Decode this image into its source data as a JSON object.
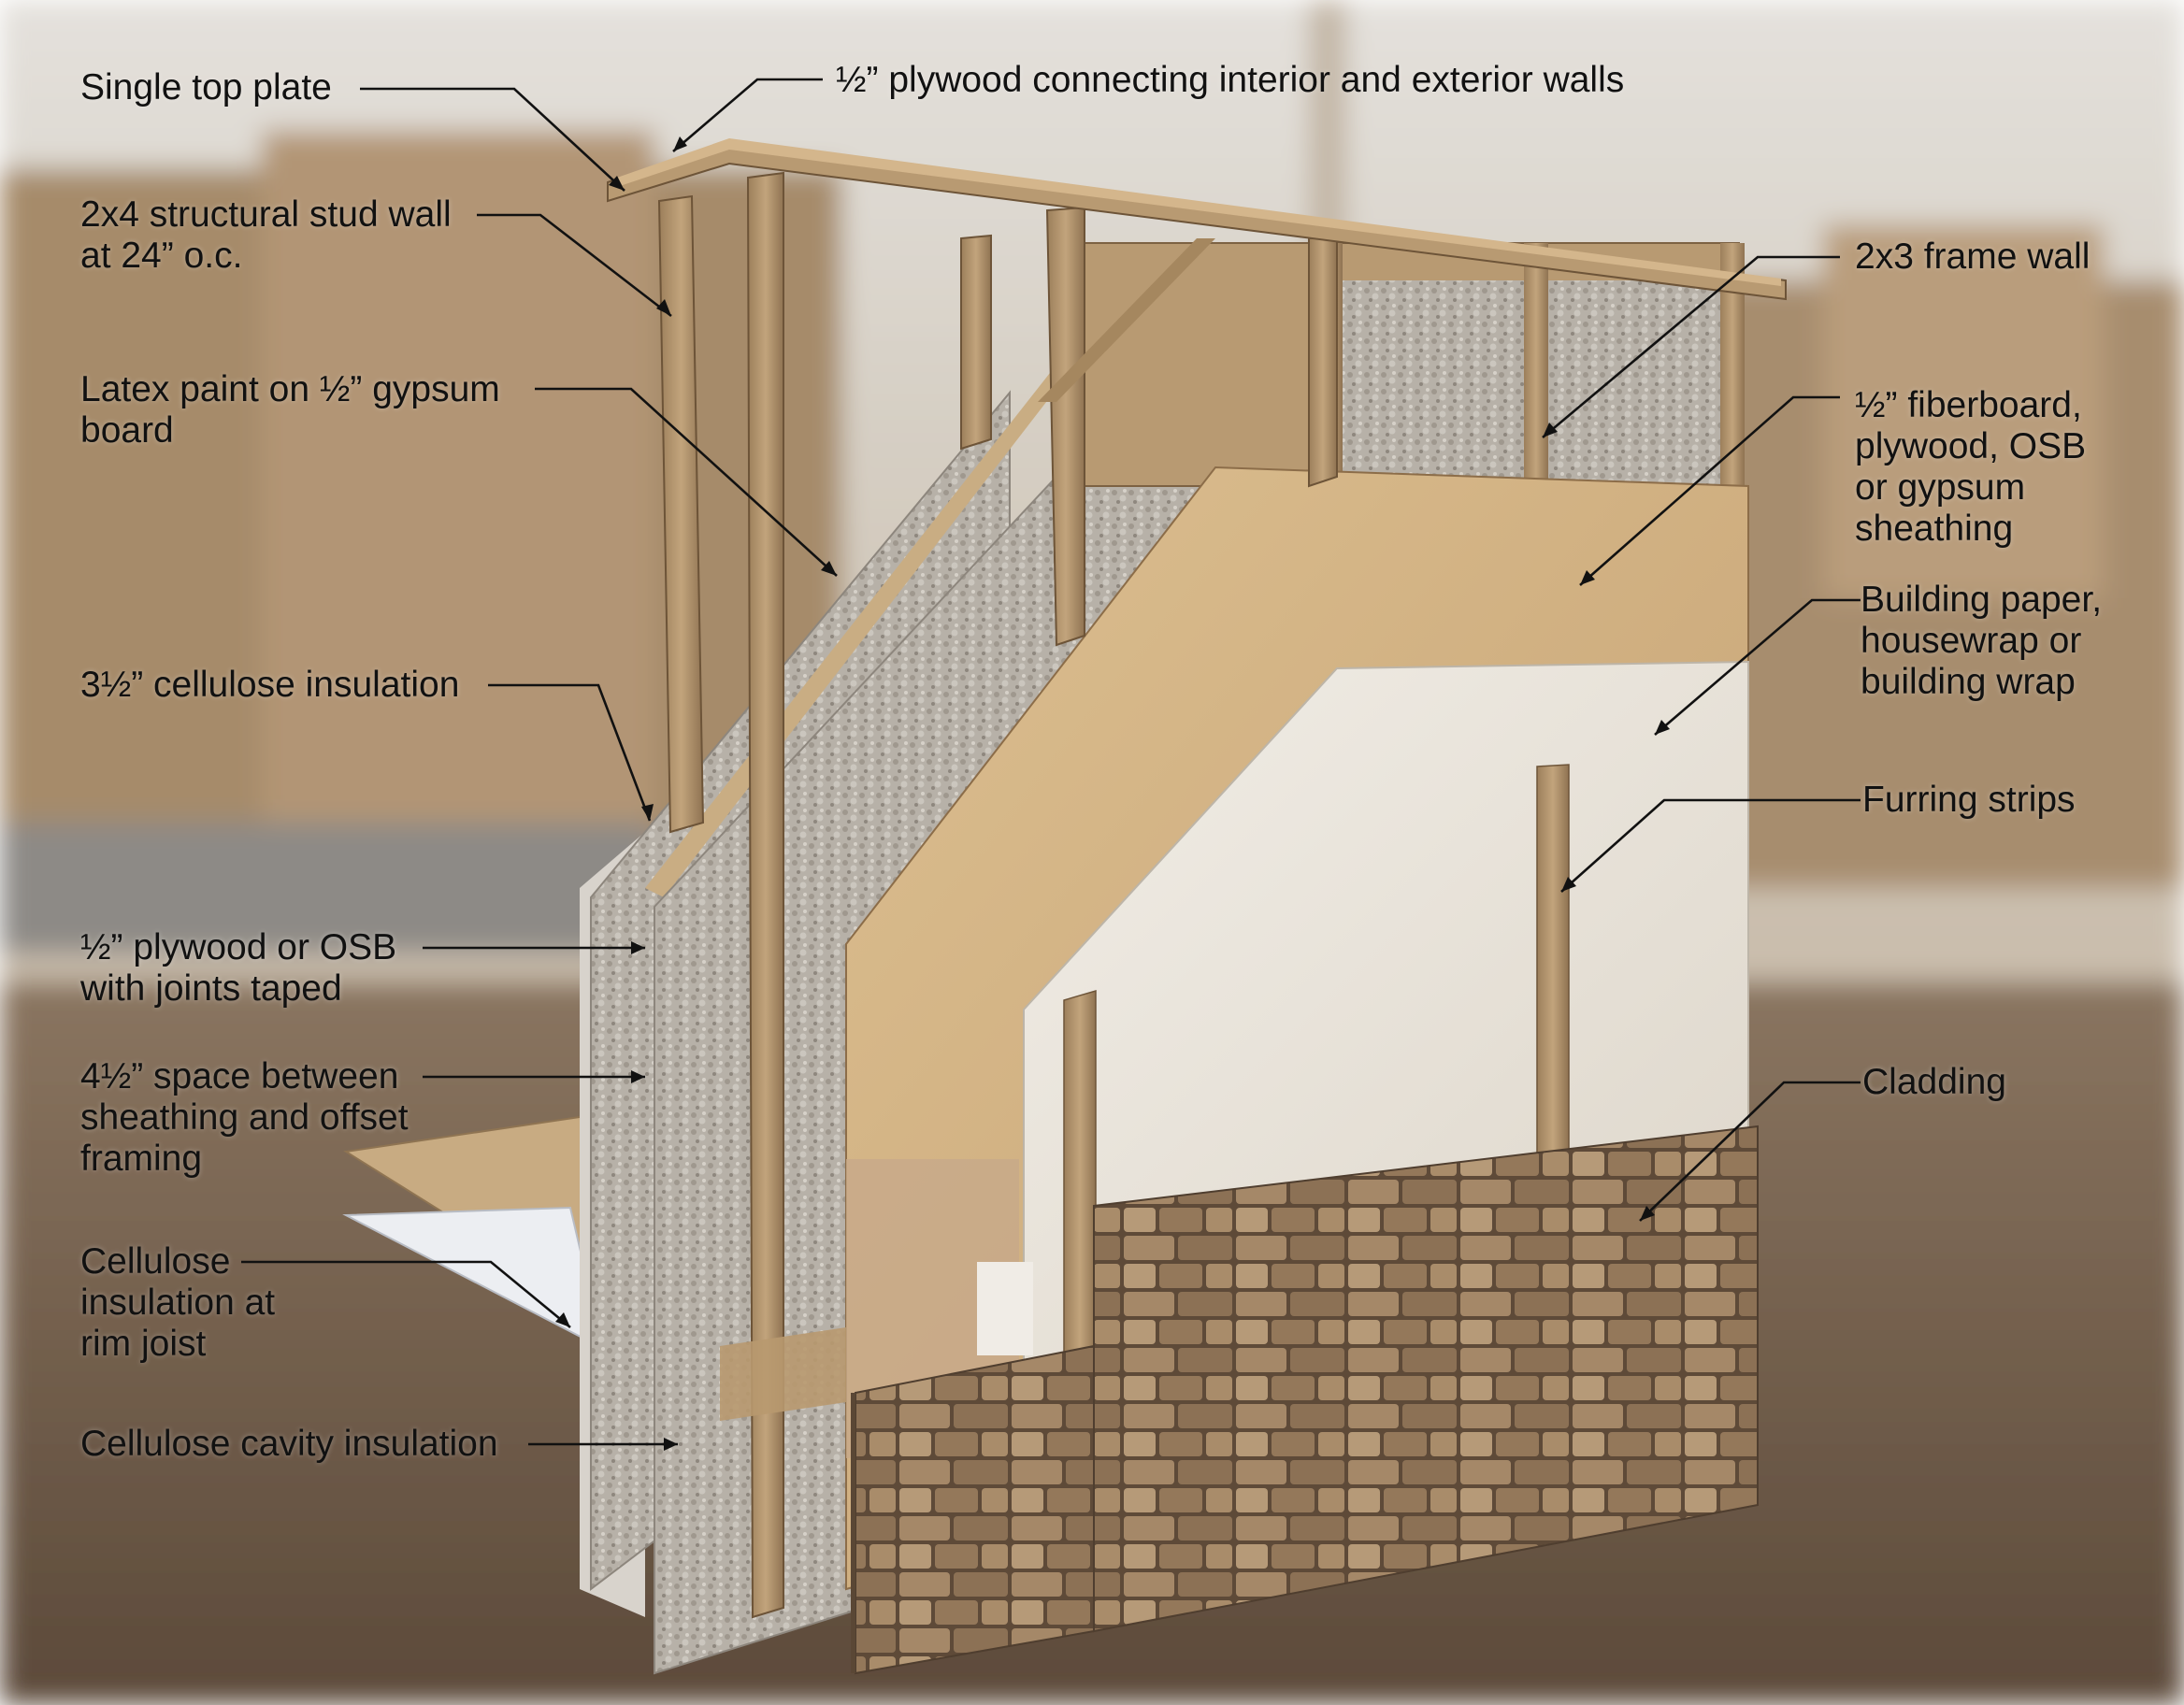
{
  "colors": {
    "sky": "#d9d4cc",
    "background_wall": "#a98e6f",
    "ground": "#6e5b48",
    "lumber": "#b89a72",
    "lumber_dark": "#8b6f4f",
    "plywood": "#d2b283",
    "cellulose": "#b3ada4",
    "wrap": "#eae5dc",
    "stone": "#9c8062",
    "leader_line": "#111111",
    "label_text": "#111111"
  },
  "labels": {
    "top_plate": [
      "Single top  plate"
    ],
    "plywood_connecting": [
      "½” plywood connecting interior and exterior walls"
    ],
    "stud_wall": [
      "2x4 structural stud wall",
      "at 24” o.c."
    ],
    "latex_paint": [
      "Latex paint on ½” gypsum",
      "board"
    ],
    "cellulose_3half": [
      "3½” cellulose insulation"
    ],
    "plywood_osb_taped": [
      "½” plywood or OSB",
      "with joints taped"
    ],
    "space_between": [
      "4½” space between",
      "sheathing and offset",
      "framing"
    ],
    "cellulose_rim": [
      "Cellulose",
      "insulation at",
      "rim joist"
    ],
    "cellulose_cavity": [
      "Cellulose cavity insulation"
    ],
    "frame_2x3": [
      "2x3 frame wall"
    ],
    "fiberboard": [
      "½” fiberboard,",
      "plywood, OSB",
      "or gypsum",
      "sheathing"
    ],
    "building_paper": [
      "Building paper,",
      "housewrap or",
      "building wrap"
    ],
    "furring": [
      "Furring strips"
    ],
    "cladding": [
      "Cladding"
    ]
  }
}
